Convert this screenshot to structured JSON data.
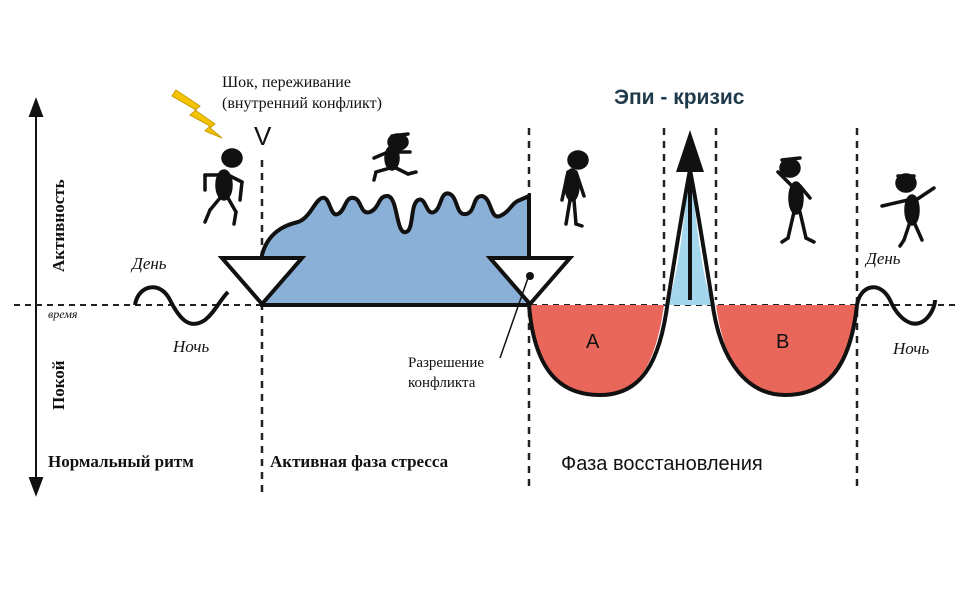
{
  "axis": {
    "activity": "Активность",
    "rest": "Покой",
    "time": "время"
  },
  "labels": {
    "shock": "Шок, переживание",
    "shock_sub": "(внутренний конфликт)",
    "shock_mark": "V",
    "day_left": "День",
    "night_left": "Ночь",
    "day_right": "День",
    "night_right": "Ночь",
    "resolution_1": "Разрешение",
    "resolution_2": "конфликта",
    "epi_crisis": "Эпи - кризис",
    "phase_a": "A",
    "phase_b": "B"
  },
  "phases": {
    "normal": "Нормальный ритм",
    "active": "Активная фаза стресса",
    "recovery": "Фаза восстановления"
  },
  "colors": {
    "stress_fill": "#8ab0d8",
    "recovery_fill": "#e8675a",
    "crisis_fill": "#a4d6ee",
    "bolt": "#f5c400",
    "epi_text": "#1f3a4a"
  }
}
